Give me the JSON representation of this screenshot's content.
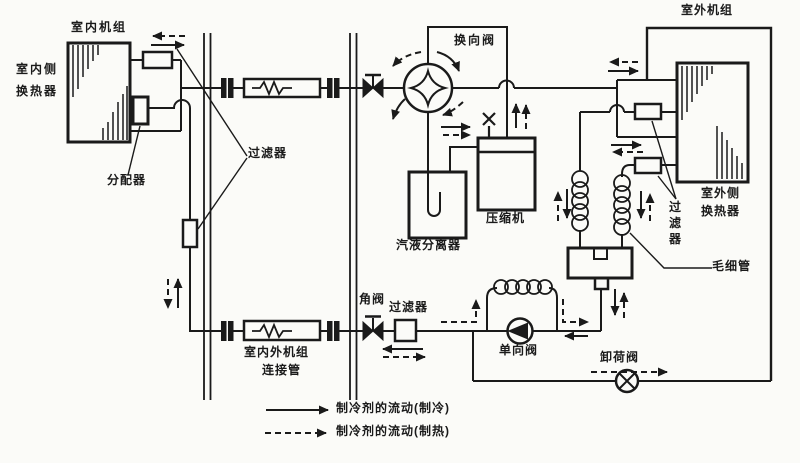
{
  "colors": {
    "ink": "#1a1a1a",
    "paper": "#fbfbf8"
  },
  "indoor_unit": {
    "title": "室内机组",
    "hx_line1": "室内侧",
    "hx_line2": "换热器",
    "distributor": "分配器",
    "filter": "过滤器"
  },
  "connection": {
    "pipe_line1": "室内外机组",
    "pipe_line2": "连接管",
    "angle_valve": "角阀",
    "filter": "过滤器"
  },
  "machine_section": {
    "reversing_valve": "换向阀",
    "separator": "汽液分离器",
    "compressor": "压缩机",
    "check_valve": "单向阀",
    "unload_valve": "卸荷阀"
  },
  "outdoor_unit": {
    "title": "室外机组",
    "hx_line1": "室外侧",
    "hx_line2": "换热器",
    "filter": "过滤器",
    "capillary": "毛细管"
  },
  "legend": {
    "cooling": "制冷剂的流动(制冷)",
    "heating": "制冷剂的流动(制热)"
  }
}
